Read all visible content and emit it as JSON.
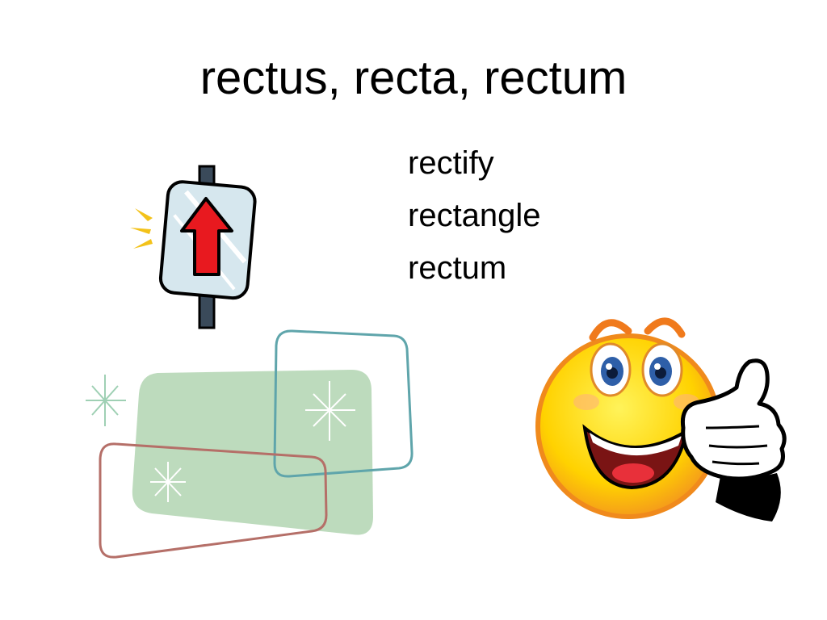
{
  "slide": {
    "title": "rectus, recta, rectum",
    "words": [
      "rectify",
      "rectangle",
      "rectum"
    ]
  },
  "clipart": {
    "sign_icon": "up-arrow-sign-icon",
    "shapes_icon": "rounded-rectangles-icon",
    "smiley_icon": "thumbs-up-smiley-icon"
  },
  "colors": {
    "arrow_red": "#e8191f",
    "sign_glass": "#cfe3ea",
    "burst_yellow": "#f3c21a",
    "green_rect": "#bddbbd",
    "teal_outline": "#5fa5ab",
    "brown_outline": "#b56f68",
    "smiley_yellow": "#ffd200",
    "smiley_orange": "#f28a1c"
  }
}
